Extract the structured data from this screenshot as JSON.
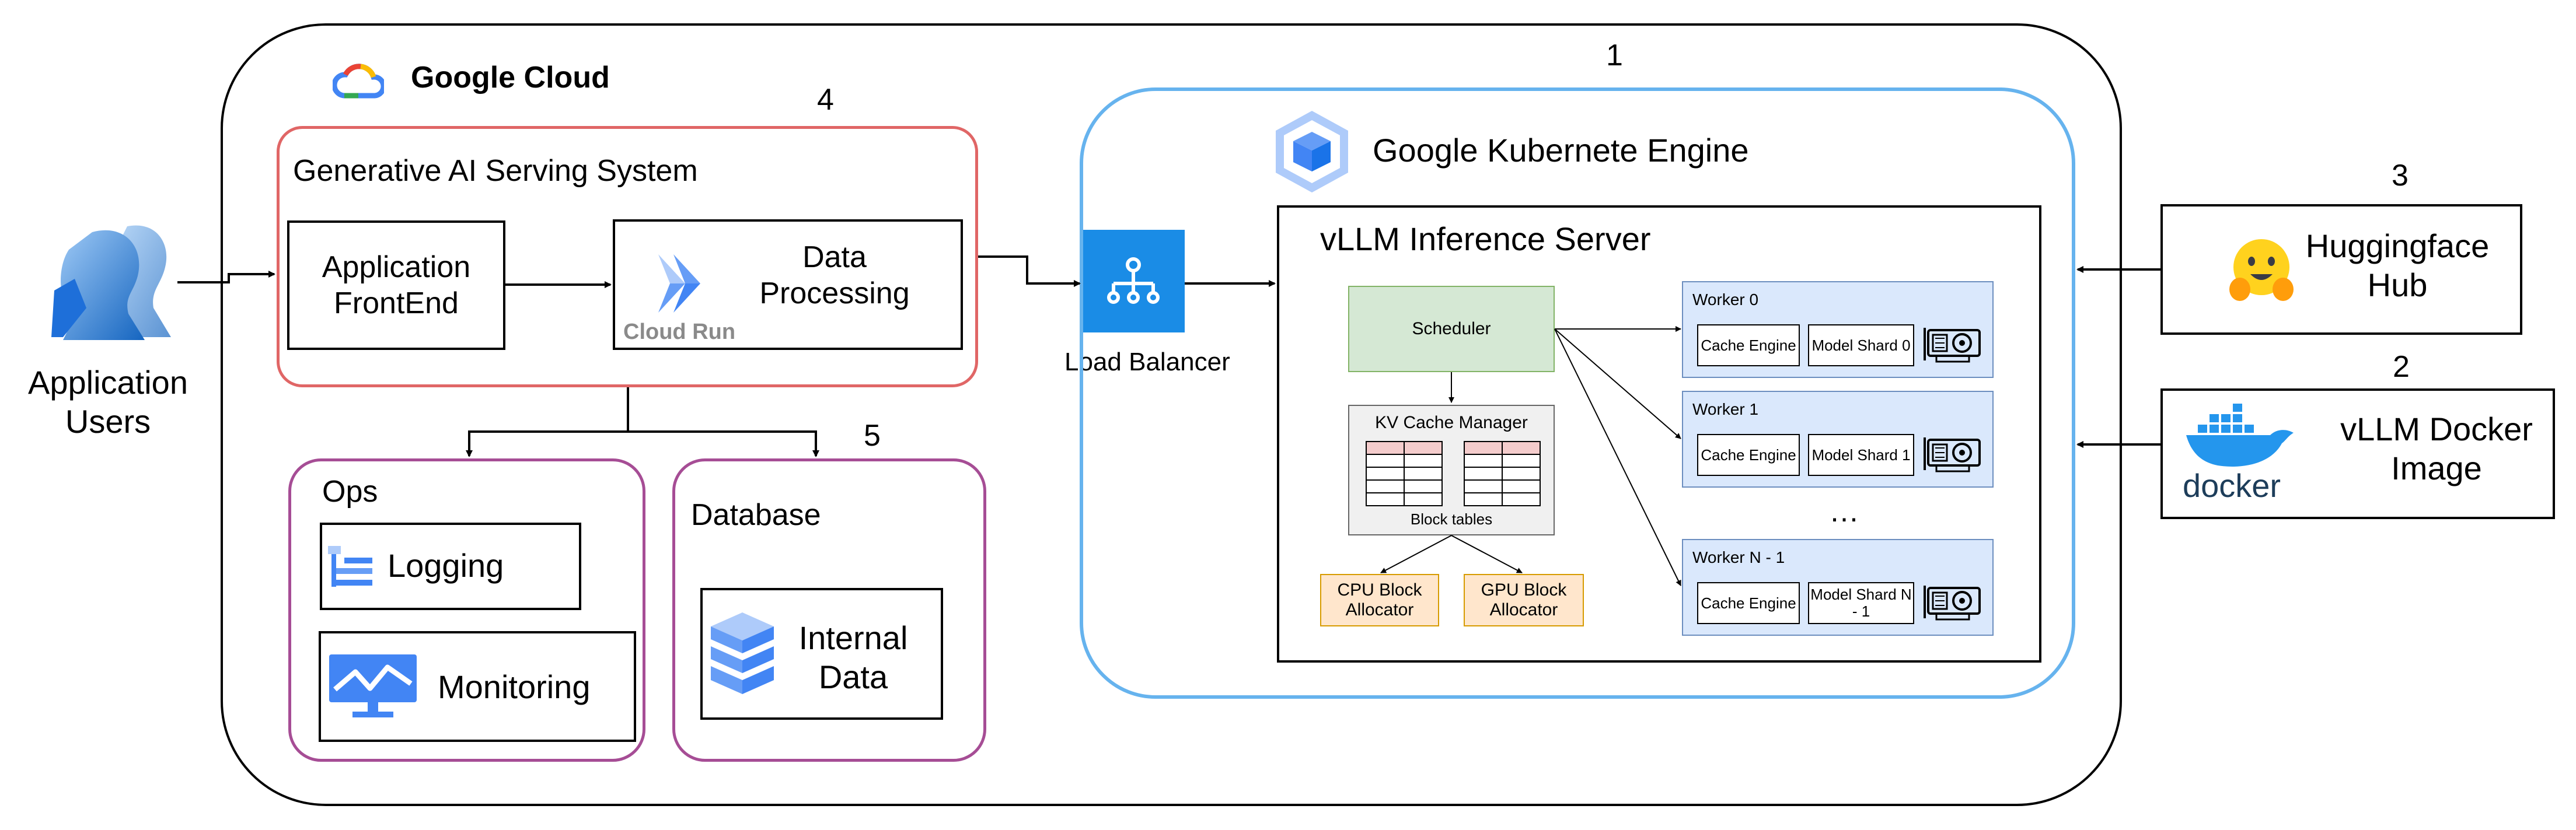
{
  "labels": {
    "num1": "1",
    "num2": "2",
    "num3": "3",
    "num4": "4",
    "num5": "5",
    "app_users": "Application Users",
    "google_cloud": "Google Cloud",
    "gen_ai": "Generative AI Serving System",
    "app_frontend": "Application FrontEnd",
    "data_processing": "Data Processing",
    "cloud_run": "Cloud Run",
    "ops": "Ops",
    "logging": "Logging",
    "monitoring": "Monitoring",
    "database": "Database",
    "internal_data": "Internal Data",
    "load_balancer": "Load Balancer",
    "gke": "Google Kubernete Engine",
    "vllm_server": "vLLM Inference Server",
    "scheduler": "Scheduler",
    "kv_cache": "KV Cache Manager",
    "block_tables": "Block tables",
    "cpu_alloc": "CPU Block Allocator",
    "gpu_alloc": "GPU Block Allocator",
    "ellipsis": "…",
    "huggingface": "Huggingface Hub",
    "docker_word": "docker",
    "vllm_docker": "vLLM Docker Image"
  },
  "workers": [
    {
      "title": "Worker 0",
      "cache": "Cache Engine",
      "shard": "Model Shard 0"
    },
    {
      "title": "Worker 1",
      "cache": "Cache Engine",
      "shard": "Model Shard 1"
    },
    {
      "title": "Worker N - 1",
      "cache": "Cache Engine",
      "shard": "Model Shard N - 1"
    }
  ],
  "colors": {
    "gcp_border": "#000000",
    "gke_border": "#66B3EE",
    "gen_ai_border": "#E06666",
    "ops_border": "#A64D95",
    "scheduler_fill": "#D5E8D4",
    "kv_fill": "#F0F0F0",
    "alloc_fill": "#FFE6CC",
    "worker_fill": "#DAE8FC",
    "worker_border": "#6C8EBF",
    "lb_fill": "#1A8CE6",
    "table_header": "#F4CCCC"
  }
}
